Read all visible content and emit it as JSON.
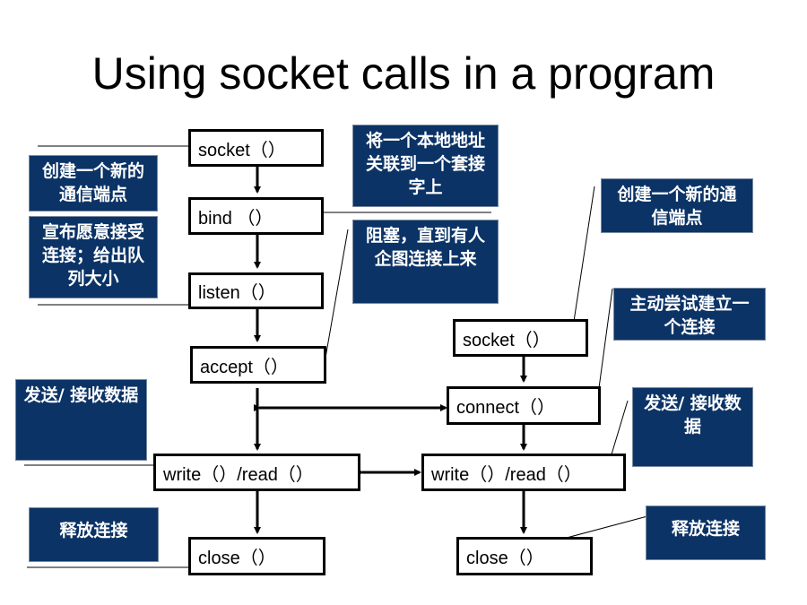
{
  "title": "Using socket calls in a program",
  "server": {
    "socket": "socket（）",
    "bind": "bind （）",
    "listen": "listen（）",
    "accept": "accept（）",
    "write_read": "write（）/read（）",
    "close": "close（）"
  },
  "client": {
    "socket": "socket（）",
    "connect": "connect（）",
    "write_read": "write（）/read（）",
    "close": "close（）"
  },
  "notes": {
    "create_endpoint_left": "创建一个新的通信端点",
    "announce_queue": "宣布愿意接受连接；给出队列大小",
    "bind_address": "将一个本地地址关联到一个套接字上",
    "block_until": "阻塞，直到有人企图连接上来",
    "create_endpoint_right": "创建一个新的通信端点",
    "try_connect": "主动尝试建立一个连接",
    "send_recv_left": "发送/ 接收数据",
    "send_recv_right": "发送/ 接收数据",
    "release_left": "释放连接",
    "release_right": "释放连接"
  }
}
